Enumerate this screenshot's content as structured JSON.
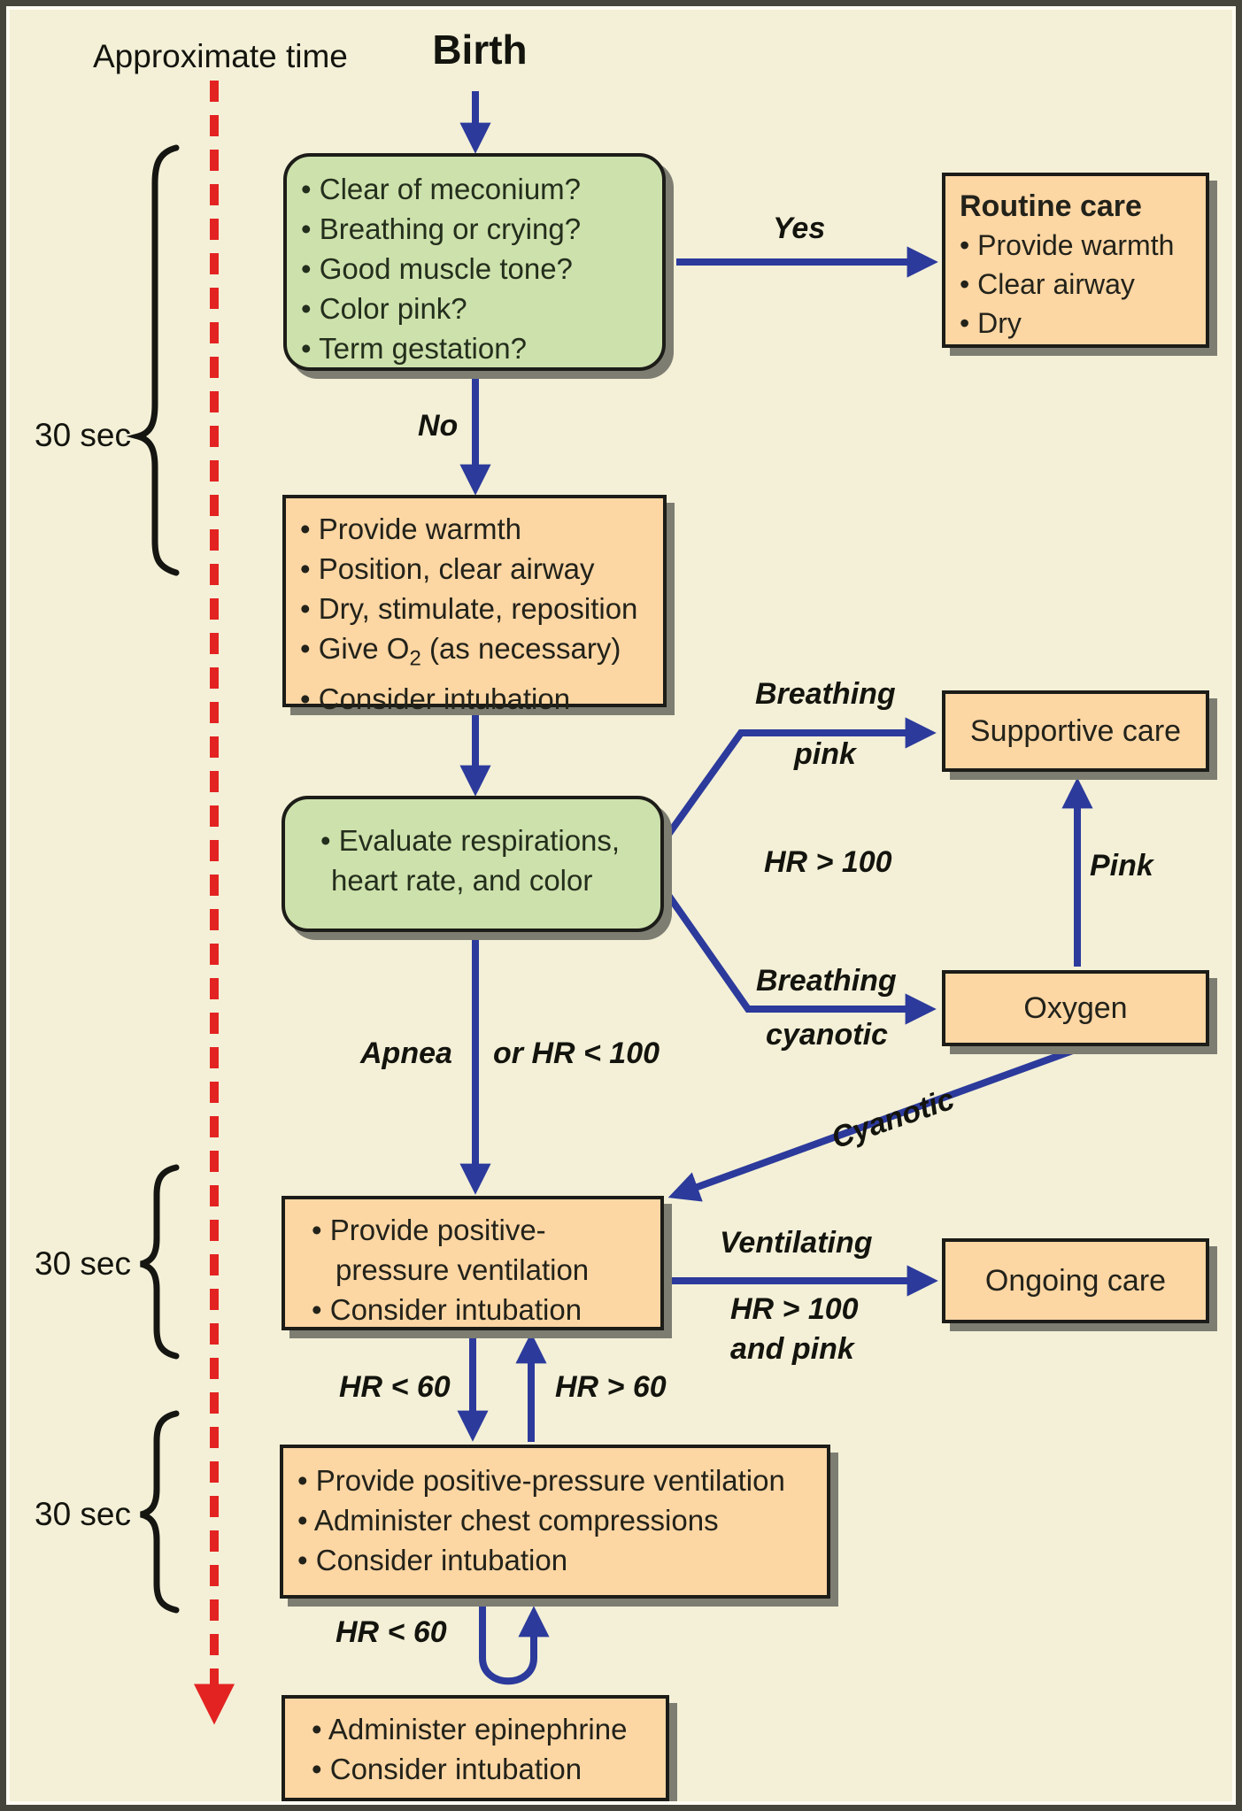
{
  "palette": {
    "background": "#f3f0d7",
    "green_box": "#cde1ac",
    "orange_box": "#fcd6a3",
    "arrow_blue": "#2c3a9c",
    "timeline_red": "#e32322",
    "outline": "#1c1c18"
  },
  "header": {
    "approximate_time": "Approximate time",
    "birth": "Birth"
  },
  "timeline": {
    "sec30_1": "30 sec",
    "sec30_2": "30 sec",
    "sec30_3": "30 sec"
  },
  "boxes": {
    "assessment": {
      "items": [
        "Clear of meconium?",
        "Breathing or crying?",
        "Good muscle tone?",
        "Color pink?",
        "Term gestation?"
      ]
    },
    "routine_care": {
      "title": "Routine care",
      "items": [
        "Provide warmth",
        "Clear airway",
        "Dry"
      ]
    },
    "initial_steps": {
      "items": [
        "Provide warmth",
        "Position, clear airway",
        "Dry, stimulate, reposition"
      ],
      "o2_prefix": "Give O",
      "o2_sub": "2",
      "o2_suffix": " (as necessary)",
      "last_item": "Consider intubation"
    },
    "evaluate": {
      "line1": "Evaluate respirations,",
      "line2": "heart rate, and color"
    },
    "supportive_care": {
      "label": "Supportive care"
    },
    "oxygen": {
      "label": "Oxygen"
    },
    "ppv": {
      "line1": "Provide positive-",
      "line2": "pressure ventilation",
      "item2": "Consider intubation"
    },
    "ongoing_care": {
      "label": "Ongoing care"
    },
    "ppv_compressions": {
      "items": [
        "Provide positive-pressure ventilation",
        "Administer chest compressions",
        "Consider intubation"
      ]
    },
    "epinephrine": {
      "items": [
        "Administer epinephrine",
        "Consider intubation"
      ]
    }
  },
  "edge_labels": {
    "yes": "Yes",
    "no": "No",
    "breathing_top": "Breathing",
    "pink_top": "pink",
    "hr_gt_100": "HR > 100",
    "pink_right": "Pink",
    "breathing_bottom": "Breathing",
    "cyanotic_bottom": "cyanotic",
    "apnea": "Apnea",
    "or_hr_lt_100": "or HR < 100",
    "cyanotic_diag": "Cyanotic",
    "ventilating": "Ventilating",
    "vent_hr": "HR > 100",
    "vent_pink": "and pink",
    "hr_lt_60": "HR < 60",
    "hr_gt_60": "HR > 60",
    "hr_lt_60_bottom": "HR < 60"
  }
}
